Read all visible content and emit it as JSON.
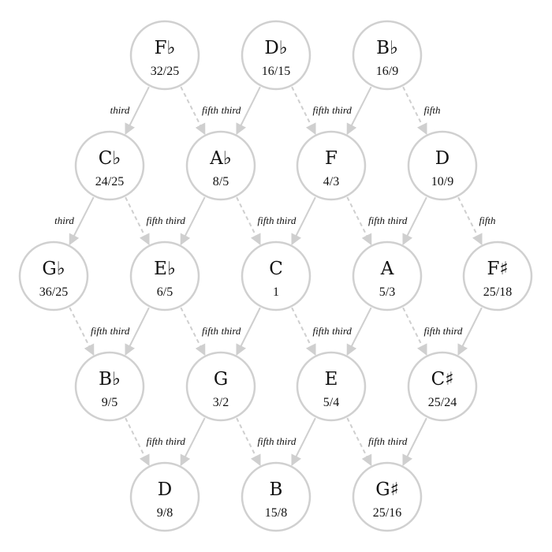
{
  "diagram": {
    "nodes": [
      {
        "note": "F♭",
        "ratio": "32/25"
      },
      {
        "note": "D♭",
        "ratio": "16/15"
      },
      {
        "note": "B♭",
        "ratio": "16/9"
      },
      {
        "note": "C♭",
        "ratio": "24/25"
      },
      {
        "note": "A♭",
        "ratio": "8/5"
      },
      {
        "note": "F",
        "ratio": "4/3"
      },
      {
        "note": "D",
        "ratio": "10/9"
      },
      {
        "note": "G♭",
        "ratio": "36/25"
      },
      {
        "note": "E♭",
        "ratio": "6/5"
      },
      {
        "note": "C",
        "ratio": "1"
      },
      {
        "note": "A",
        "ratio": "5/3"
      },
      {
        "note": "F♯",
        "ratio": "25/18"
      },
      {
        "note": "B♭",
        "ratio": "9/5"
      },
      {
        "note": "G",
        "ratio": "3/2"
      },
      {
        "note": "E",
        "ratio": "5/4"
      },
      {
        "note": "C♯",
        "ratio": "25/24"
      },
      {
        "note": "D",
        "ratio": "9/8"
      },
      {
        "note": "B",
        "ratio": "15/8"
      },
      {
        "note": "G♯",
        "ratio": "25/16"
      }
    ],
    "edges": [
      {
        "from": 0,
        "to": 3,
        "label": "third"
      },
      {
        "from": 0,
        "to": 4,
        "label": "fifth"
      },
      {
        "from": 1,
        "to": 4,
        "label": "third"
      },
      {
        "from": 1,
        "to": 5,
        "label": "fifth"
      },
      {
        "from": 2,
        "to": 5,
        "label": "third"
      },
      {
        "from": 2,
        "to": 6,
        "label": "fifth"
      },
      {
        "from": 3,
        "to": 7,
        "label": "third"
      },
      {
        "from": 3,
        "to": 8,
        "label": "fifth"
      },
      {
        "from": 4,
        "to": 8,
        "label": "third"
      },
      {
        "from": 4,
        "to": 9,
        "label": "fifth"
      },
      {
        "from": 5,
        "to": 9,
        "label": "third"
      },
      {
        "from": 5,
        "to": 10,
        "label": "fifth"
      },
      {
        "from": 6,
        "to": 10,
        "label": "third"
      },
      {
        "from": 6,
        "to": 11,
        "label": "fifth"
      },
      {
        "from": 7,
        "to": 12,
        "label": "fifth"
      },
      {
        "from": 8,
        "to": 12,
        "label": "third"
      },
      {
        "from": 8,
        "to": 13,
        "label": "fifth"
      },
      {
        "from": 9,
        "to": 13,
        "label": "third"
      },
      {
        "from": 9,
        "to": 14,
        "label": "fifth"
      },
      {
        "from": 10,
        "to": 14,
        "label": "third"
      },
      {
        "from": 10,
        "to": 15,
        "label": "fifth"
      },
      {
        "from": 11,
        "to": 15,
        "label": "third"
      },
      {
        "from": 12,
        "to": 16,
        "label": "fifth"
      },
      {
        "from": 13,
        "to": 16,
        "label": "third"
      },
      {
        "from": 13,
        "to": 17,
        "label": "fifth"
      },
      {
        "from": 14,
        "to": 17,
        "label": "third"
      },
      {
        "from": 14,
        "to": 18,
        "label": "fifth"
      },
      {
        "from": 15,
        "to": 18,
        "label": "third"
      }
    ],
    "colors": {
      "stroke": "#d0d0d0",
      "text": "#111111"
    }
  }
}
